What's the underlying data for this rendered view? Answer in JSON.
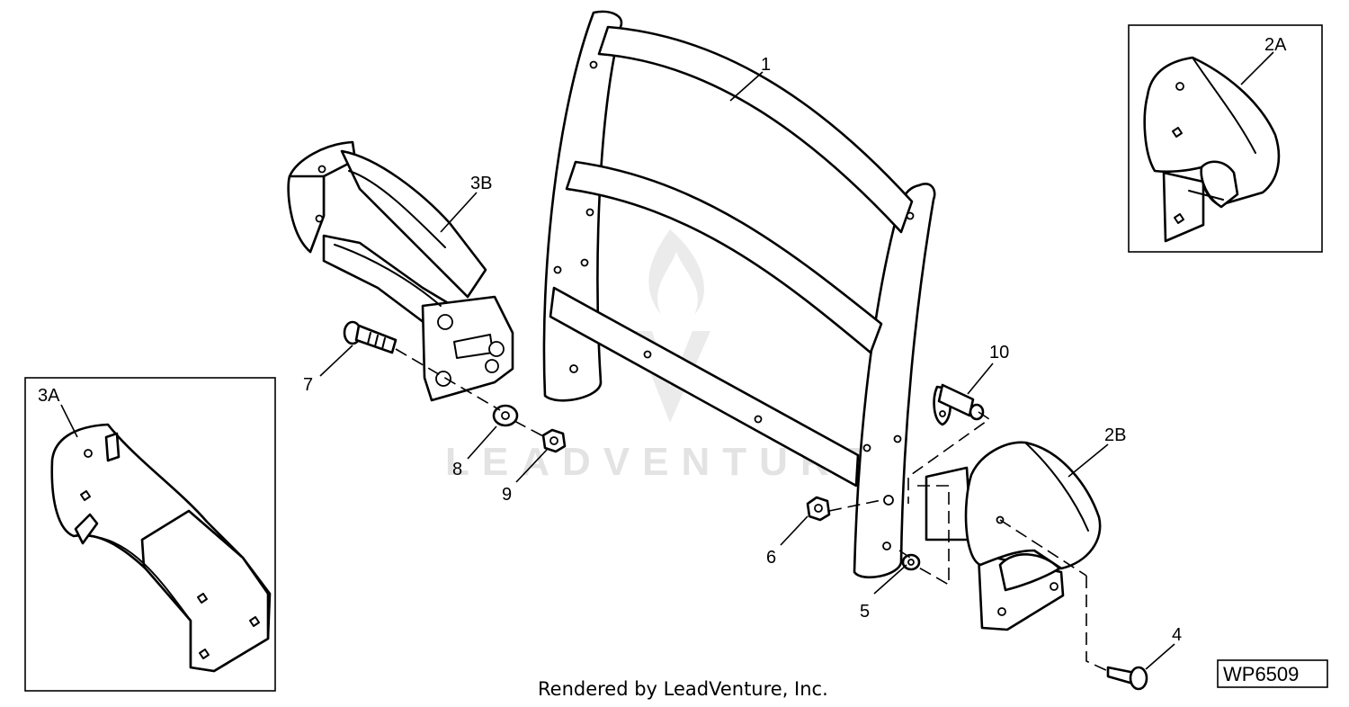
{
  "diagram": {
    "callouts": {
      "p1": "1",
      "p2A": "2A",
      "p2B": "2B",
      "p3A": "3A",
      "p3B": "3B",
      "p4": "4",
      "p5": "5",
      "p6": "6",
      "p7": "7",
      "p8": "8",
      "p9": "9",
      "p10": "10"
    },
    "watermark": "LEADVENTURE",
    "footer_text": "Rendered by LeadVenture, Inc.",
    "figure_id": "WP6509"
  }
}
